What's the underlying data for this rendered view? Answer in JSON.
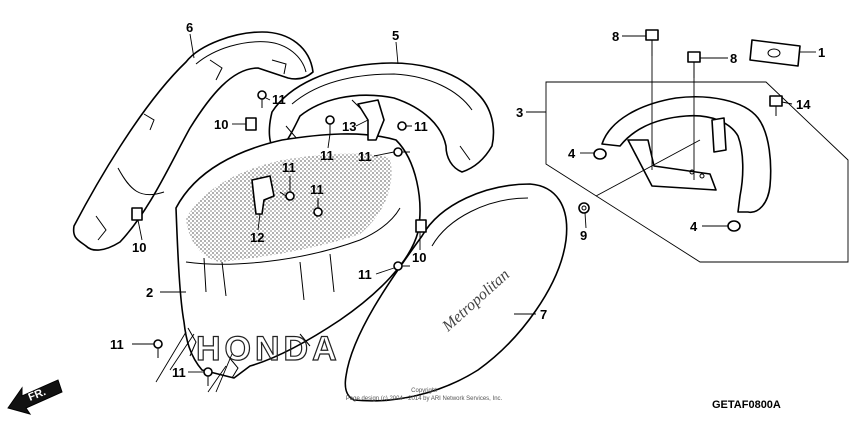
{
  "diagram_code": "GETAF0800A",
  "copyright_lines": [
    "Copyright",
    "Page design (c) 2004 - 2014 by ARI Network Services, Inc."
  ],
  "front_arrow_label": "FR.",
  "wordmark_text": "Metropolitan",
  "brand_text": "HONDA",
  "callouts": [
    {
      "id": "c6",
      "text": "6"
    },
    {
      "id": "c5",
      "text": "5"
    },
    {
      "id": "c8a",
      "text": "8"
    },
    {
      "id": "c8b",
      "text": "8"
    },
    {
      "id": "c1",
      "text": "1"
    },
    {
      "id": "c11a",
      "text": "11"
    },
    {
      "id": "c3",
      "text": "3"
    },
    {
      "id": "c14",
      "text": "14"
    },
    {
      "id": "c10a",
      "text": "10"
    },
    {
      "id": "c13",
      "text": "13"
    },
    {
      "id": "c11b",
      "text": "11"
    },
    {
      "id": "c4a",
      "text": "4"
    },
    {
      "id": "c11c",
      "text": "11"
    },
    {
      "id": "c11d",
      "text": "11"
    },
    {
      "id": "c11e",
      "text": "11"
    },
    {
      "id": "c11f",
      "text": "11"
    },
    {
      "id": "c10b",
      "text": "10"
    },
    {
      "id": "c12",
      "text": "12"
    },
    {
      "id": "c9",
      "text": "9"
    },
    {
      "id": "c4b",
      "text": "4"
    },
    {
      "id": "c10c",
      "text": "10"
    },
    {
      "id": "c11g",
      "text": "11"
    },
    {
      "id": "c2",
      "text": "2"
    },
    {
      "id": "c7",
      "text": "7"
    },
    {
      "id": "c11h",
      "text": "11"
    },
    {
      "id": "c11i",
      "text": "11"
    }
  ]
}
